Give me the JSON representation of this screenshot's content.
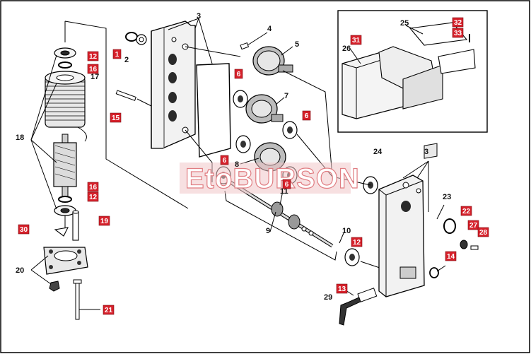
{
  "watermark": "EtoBURSON",
  "labels_black": [
    {
      "id": "3a",
      "text": "3"
    },
    {
      "id": "4",
      "text": "4"
    },
    {
      "id": "5",
      "text": "5"
    },
    {
      "id": "7",
      "text": "7"
    },
    {
      "id": "8",
      "text": "8"
    },
    {
      "id": "2",
      "text": "2"
    },
    {
      "id": "17",
      "text": "17"
    },
    {
      "id": "18",
      "text": "18"
    },
    {
      "id": "11",
      "text": "11"
    },
    {
      "id": "9",
      "text": "9"
    },
    {
      "id": "10",
      "text": "10"
    },
    {
      "id": "24",
      "text": "24"
    },
    {
      "id": "3b",
      "text": "3"
    },
    {
      "id": "23",
      "text": "23"
    },
    {
      "id": "20",
      "text": "20"
    },
    {
      "id": "29",
      "text": "29"
    },
    {
      "id": "25",
      "text": "25"
    },
    {
      "id": "26",
      "text": "26"
    }
  ],
  "labels_red": [
    {
      "id": "1",
      "text": "1"
    },
    {
      "id": "12a",
      "text": "12"
    },
    {
      "id": "16a",
      "text": "16"
    },
    {
      "id": "15",
      "text": "15"
    },
    {
      "id": "6a",
      "text": "6"
    },
    {
      "id": "6b",
      "text": "6"
    },
    {
      "id": "6c",
      "text": "6"
    },
    {
      "id": "6d",
      "text": "6"
    },
    {
      "id": "16b",
      "text": "16"
    },
    {
      "id": "12b",
      "text": "12"
    },
    {
      "id": "19",
      "text": "19"
    },
    {
      "id": "30",
      "text": "30"
    },
    {
      "id": "12c",
      "text": "12"
    },
    {
      "id": "22",
      "text": "22"
    },
    {
      "id": "27",
      "text": "27"
    },
    {
      "id": "28",
      "text": "28"
    },
    {
      "id": "14",
      "text": "14"
    },
    {
      "id": "13",
      "text": "13"
    },
    {
      "id": "21",
      "text": "21"
    },
    {
      "id": "31",
      "text": "31"
    },
    {
      "id": "32",
      "text": "32"
    },
    {
      "id": "33",
      "text": "33"
    }
  ],
  "colors": {
    "callout_red": "#d6202a",
    "watermark_pink": "#e07d82",
    "line": "#000000"
  }
}
